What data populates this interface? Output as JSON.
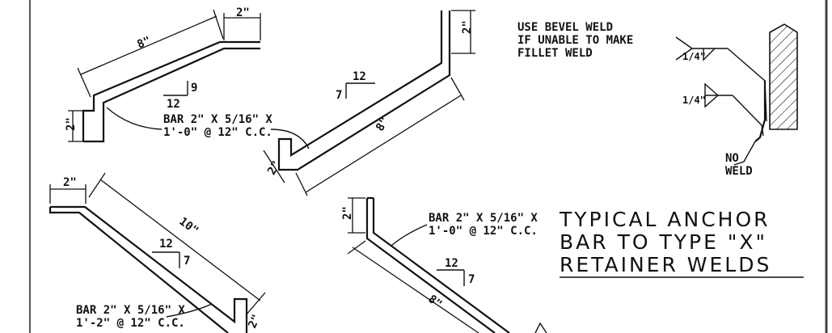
{
  "title": {
    "line1": "TYPICAL ANCHOR",
    "line2": "BAR TO TYPE \"X\"",
    "line3": "RETAINER WELDS"
  },
  "weld_notes": {
    "bevel_line1": "USE BEVEL WELD",
    "bevel_line2": "IF UNABLE TO MAKE",
    "bevel_line3": "FILLET WELD",
    "bevel_size": "1/4\"",
    "fillet_size": "1/4\"",
    "no_weld_line1": "NO",
    "no_weld_line2": "WELD"
  },
  "detail_top_left": {
    "dim_top": "2\"",
    "dim_long": "8\"",
    "dim_end": "2\"",
    "slope_run": "12",
    "slope_rise": "9",
    "bar_line1": "BAR 2\" X 5/16\" X",
    "bar_line2": "1'-0\" @ 12\" C.C."
  },
  "detail_top_middle": {
    "dim_top": "2\"",
    "dim_long": "8\"",
    "dim_end": "2\"",
    "slope_run": "12",
    "slope_rise": "7"
  },
  "detail_bottom_left": {
    "dim_top": "2\"",
    "dim_long": "10\"",
    "dim_end": "2\"",
    "slope_run": "12",
    "slope_rise": "7",
    "bar_line1": "BAR 2\" X 5/16\" X",
    "bar_line2": "1'-2\" @ 12\" C.C."
  },
  "detail_bottom_middle": {
    "dim_top": "2\"",
    "dim_long": "8\"",
    "slope_run": "12",
    "slope_rise": "7",
    "bar_line1": "BAR 2\" X 5/16\" X",
    "bar_line2": "1'-0\" @ 12\" C.C."
  }
}
